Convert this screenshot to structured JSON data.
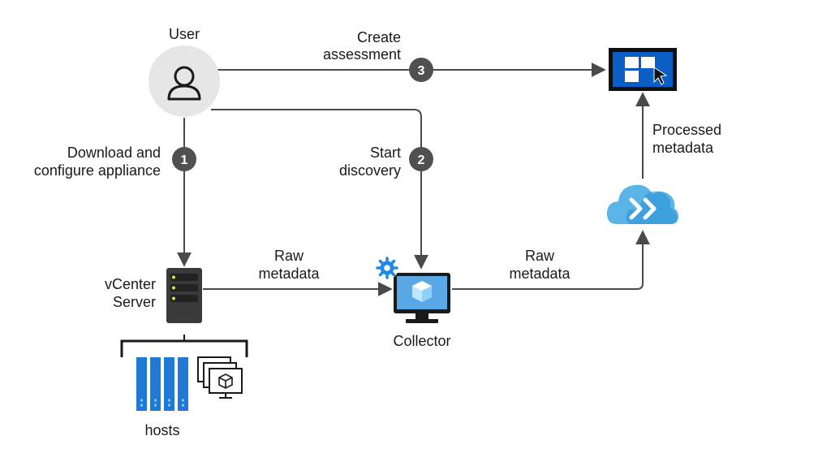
{
  "nodes": {
    "user": "User",
    "vcenter": [
      "vCenter",
      "Server"
    ],
    "hosts": "hosts",
    "collector": "Collector"
  },
  "steps": {
    "one": {
      "number": "1",
      "label": [
        "Download and",
        "configure appliance"
      ]
    },
    "two": {
      "number": "2",
      "label": [
        "Start",
        "discovery"
      ]
    },
    "three": {
      "number": "3",
      "label": [
        "Create",
        "assessment"
      ]
    }
  },
  "edges": {
    "vcenter_to_collector": [
      "Raw",
      "metadata"
    ],
    "collector_to_cloud": [
      "Raw",
      "metadata"
    ],
    "cloud_to_portal": [
      "Processed",
      "metadata"
    ]
  },
  "colors": {
    "arrow": "#4a4a4a",
    "step_circle": "#505050",
    "user_circle": "#e6e6e6",
    "server": "#3a3a3a",
    "host_blue": "#1f7ad6",
    "monitor": "#5aa9e6",
    "portal": "#0a5fc7",
    "cloud": "#5ab4e8"
  },
  "icons": [
    "user-icon",
    "server-icon",
    "hosts-icon",
    "vm-stack-icon",
    "collector-monitor-icon",
    "gear-icon",
    "cloud-icon",
    "portal-icon"
  ]
}
